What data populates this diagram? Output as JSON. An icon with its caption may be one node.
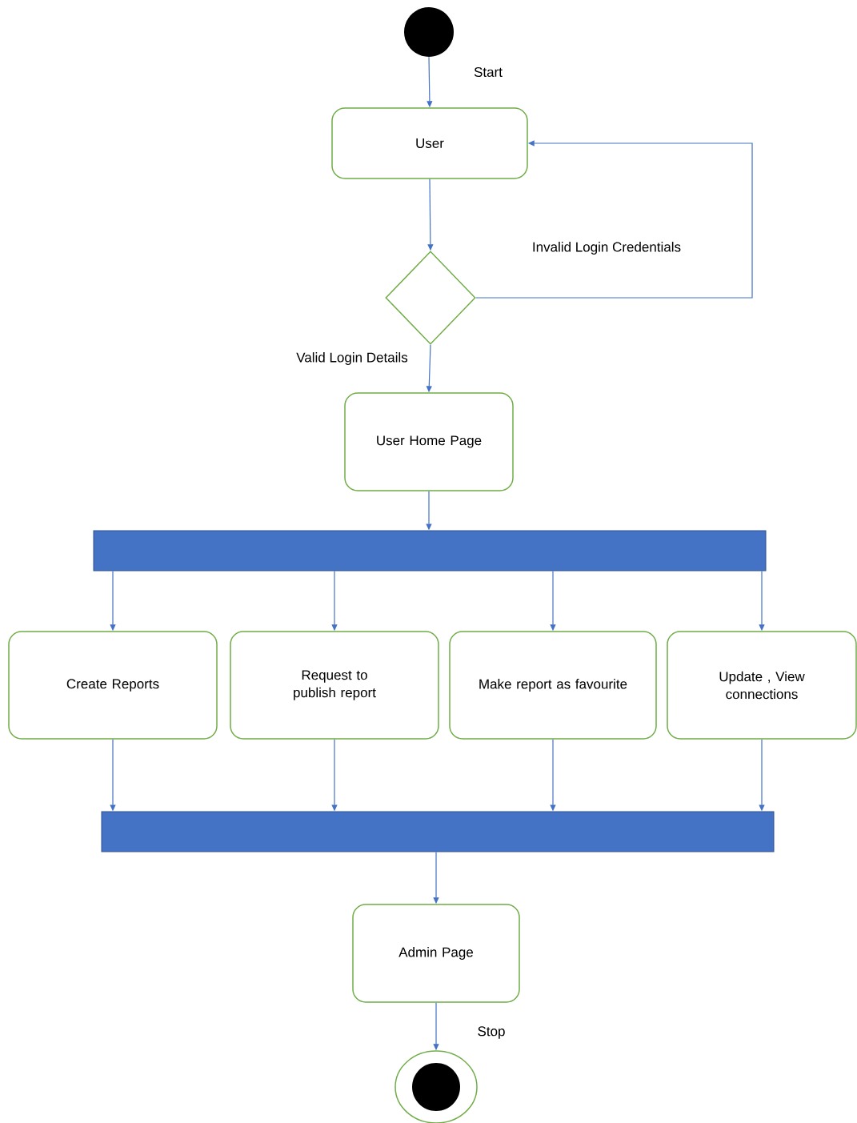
{
  "diagram": {
    "nodes": [
      {
        "text": [],
        "shape": "circle",
        "beside": [
          "Start"
        ]
      },
      {
        "text": [
          "User"
        ]
      },
      {
        "text": [],
        "shape": "diamond"
      },
      {
        "text": [
          "User Home Page"
        ]
      },
      {
        "text": [],
        "shape": "bar"
      },
      {
        "text": [
          "Create Reports"
        ]
      },
      {
        "text": [
          "Request to publish report"
        ]
      },
      {
        "text": [
          "Make report as favourite"
        ]
      },
      {
        "text": [
          "Update , View connections"
        ]
      },
      {
        "text": [],
        "shape": "bar"
      },
      {
        "text": [
          "Admin Page"
        ]
      },
      {
        "text": [],
        "shape": "target",
        "beside": [
          "Stop"
        ]
      }
    ],
    "edges": [
      {
        "from": 0,
        "to": 1,
        "arrow": "to"
      },
      {
        "from": 1,
        "to": 2,
        "arrow": "to"
      },
      {
        "from": 2,
        "to": 1,
        "arrow": "to",
        "label": "Invalid Login Credentials"
      },
      {
        "from": 2,
        "to": 3,
        "arrow": "to",
        "label": "Valid Login Details"
      },
      {
        "from": 3,
        "to": 4,
        "arrow": "to"
      },
      {
        "from": 4,
        "to": 5,
        "arrow": "to"
      },
      {
        "from": 4,
        "to": 6,
        "arrow": "to"
      },
      {
        "from": 4,
        "to": 7,
        "arrow": "to"
      },
      {
        "from": 4,
        "to": 8,
        "arrow": "to"
      },
      {
        "from": 5,
        "to": 9,
        "arrow": "to"
      },
      {
        "from": 6,
        "to": 9,
        "arrow": "to"
      },
      {
        "from": 7,
        "to": 9,
        "arrow": "to"
      },
      {
        "from": 8,
        "to": 9,
        "arrow": "to"
      },
      {
        "from": 9,
        "to": 10,
        "arrow": "to"
      },
      {
        "from": 10,
        "to": 11,
        "arrow": "to"
      }
    ]
  }
}
